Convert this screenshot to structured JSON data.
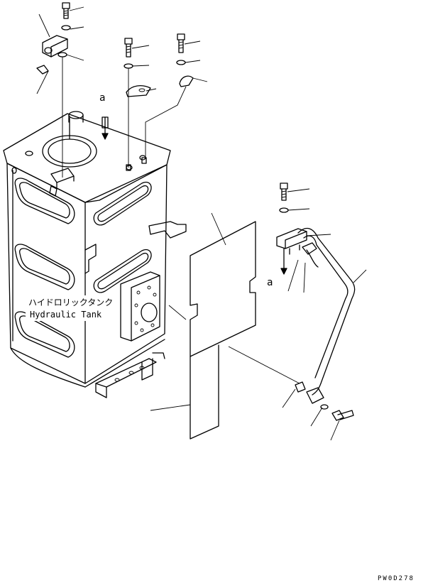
{
  "diagram": {
    "tank_label_jp": "ハイドロリックタンク",
    "tank_label_en": "Hydraulic Tank",
    "view_marker_top": "a",
    "view_marker_right": "a",
    "drawing_code": "PW0D278"
  }
}
